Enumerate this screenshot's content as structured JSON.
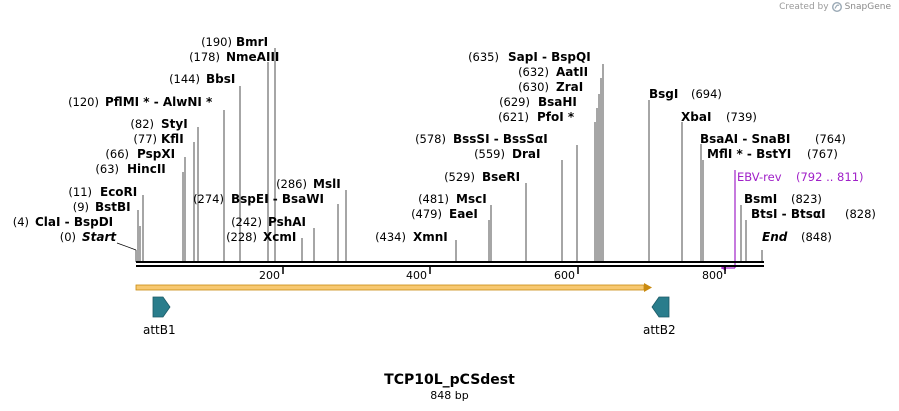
{
  "created_by": {
    "prefix": "Created by",
    "brand": "SnapGene"
  },
  "map_title": "TCP10L_pCSdest",
  "map_length": "848 bp",
  "scale_ticks": [
    "200",
    "400",
    "600",
    "800"
  ],
  "ends": {
    "start": {
      "pos": "(0)",
      "label": "Start"
    },
    "end": {
      "pos": "(848)",
      "label": "End"
    }
  },
  "sites_left": [
    {
      "pos": "(190)",
      "name": "BmrI"
    },
    {
      "pos": "(178)",
      "name": "NmeAIII"
    },
    {
      "pos": "(144)",
      "name": "BbsI"
    },
    {
      "pos": "(120)",
      "name": "PflMI *  -  AlwNI *"
    },
    {
      "pos": "(82)",
      "name": "StyI"
    },
    {
      "pos": "(77)",
      "name": "KflI"
    },
    {
      "pos": "(66)",
      "name": "PspXI"
    },
    {
      "pos": "(63)",
      "name": "HincII"
    },
    {
      "pos": "(11)",
      "name": "EcoRI"
    },
    {
      "pos": "(9)",
      "name": "BstBI"
    },
    {
      "pos": "(4)",
      "name": "ClaI  -  BspDI"
    }
  ],
  "sites_mid": [
    {
      "pos": "(286)",
      "name": "MslI"
    },
    {
      "pos": "(274)",
      "name": "BspEI  -  BsaWI"
    },
    {
      "pos": "(242)",
      "name": "PshAI"
    },
    {
      "pos": "(228)",
      "name": "XcmI"
    },
    {
      "pos": "(434)",
      "name": "XmnI"
    }
  ],
  "sites_right_mid": [
    {
      "pos": "(635)",
      "name": "SapI  -  BspQI"
    },
    {
      "pos": "(632)",
      "name": "AatII"
    },
    {
      "pos": "(630)",
      "name": "ZraI"
    },
    {
      "pos": "(629)",
      "name": "BsaHI"
    },
    {
      "pos": "(621)",
      "name": "PfoI *"
    },
    {
      "pos": "(578)",
      "name": "BssSI  -  BssSαI"
    },
    {
      "pos": "(559)",
      "name": "DraI"
    },
    {
      "pos": "(529)",
      "name": "BseRI"
    },
    {
      "pos": "(481)",
      "name": "MscI"
    },
    {
      "pos": "(479)",
      "name": "EaeI"
    }
  ],
  "sites_right": [
    {
      "name": "BsgI",
      "pos": "(694)"
    },
    {
      "name": "XbaI",
      "pos": "(739)"
    },
    {
      "name": "BsaAI  -  SnaBI",
      "pos": "(764)"
    },
    {
      "name": "MflI *  -  BstYI",
      "pos": "(767)"
    },
    {
      "name": "BsmI",
      "pos": "(823)"
    },
    {
      "name": "BtsI  -  BtsαI",
      "pos": "(828)"
    }
  ],
  "primer": {
    "name": "EBV-rev",
    "range": "(792 .. 811)",
    "color": "#a020c8"
  },
  "features": [
    {
      "name": "attB1",
      "color": "#2a7d8c"
    },
    {
      "name": "attB2",
      "color": "#2a7d8c"
    }
  ],
  "orf_color": "#f0a020"
}
